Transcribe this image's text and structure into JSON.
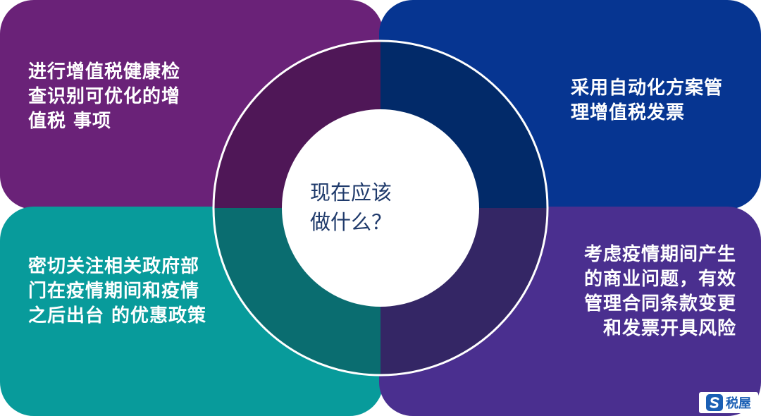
{
  "center": {
    "lines": [
      "现在应该",
      "做什么？"
    ]
  },
  "quadrants": {
    "top_left": {
      "lines": [
        "进行增值税健康检",
        "查识别可优化的增",
        "值税 事项"
      ]
    },
    "top_right": {
      "lines": [
        "采用自动化方案管",
        "理增值税发票"
      ]
    },
    "bottom_left": {
      "lines": [
        "密切关注相关政府部",
        "门在疫情期间和疫情",
        "之后出台 的优惠政策"
      ]
    },
    "bottom_right": {
      "lines": [
        "考虑疫情期间产生",
        "的商业问题，有效",
        "管理合同条款变更",
        "和发票开具风险"
      ]
    }
  },
  "watermark": {
    "text": "税屋",
    "icon": "s-logo-icon"
  },
  "colors": {
    "top_left": "#6a2278",
    "top_right": "#063591",
    "bottom_left": "#089b9b",
    "bottom_right": "#4a2f8f",
    "ring_top_left": "#4f1757",
    "ring_top_right": "#022a69",
    "ring_bottom_left": "#0a6d70",
    "ring_bottom_right": "#342665",
    "center_text": "#1f3a6b",
    "logo": "#1a5fb4"
  }
}
